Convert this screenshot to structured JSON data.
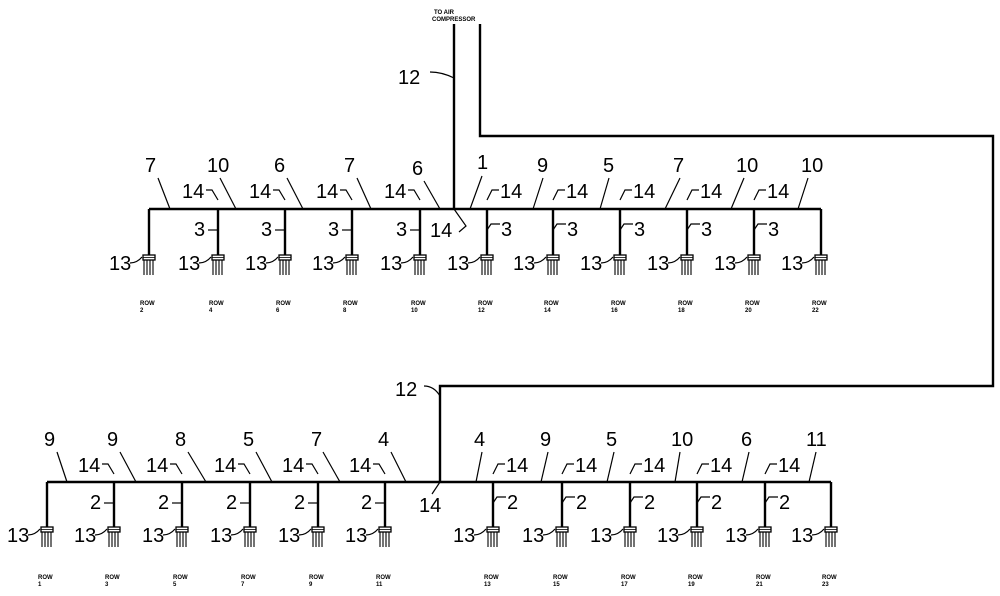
{
  "air_label": [
    "TO AIR",
    "COMPRESSOR"
  ],
  "row_word": "ROW",
  "main_line_ref": "12",
  "branch_ref": "14",
  "nozzle_ref": "13",
  "upper": {
    "drop_ref": "3",
    "rows": [
      "2",
      "4",
      "6",
      "8",
      "10",
      "12",
      "14",
      "16",
      "18",
      "20",
      "22"
    ],
    "segment_refs": [
      "7",
      "10",
      "6",
      "7",
      "6",
      "1",
      "9",
      "5",
      "7",
      "10",
      "10"
    ]
  },
  "lower": {
    "drop_ref": "2",
    "rows": [
      "1",
      "3",
      "5",
      "7",
      "9",
      "11",
      "13",
      "15",
      "17",
      "19",
      "21",
      "23"
    ],
    "segment_refs": [
      "9",
      "9",
      "8",
      "5",
      "7",
      "4",
      "4",
      "9",
      "5",
      "10",
      "6",
      "11"
    ]
  }
}
